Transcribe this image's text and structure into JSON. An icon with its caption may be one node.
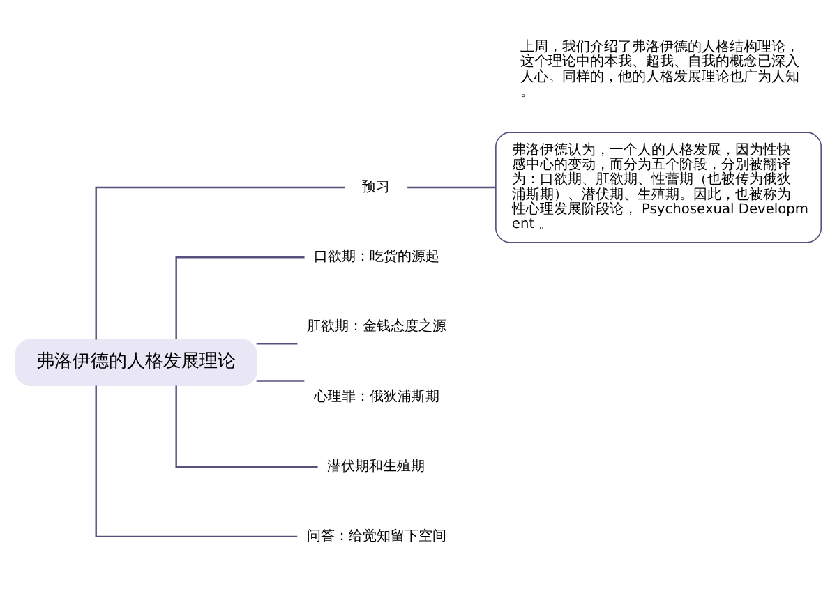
{
  "diagram": {
    "nodes": [
      {
        "text": [
          "弗洛伊德的人格发展理论"
        ]
      },
      {
        "text": [
          "预习"
        ]
      },
      {
        "text": [
          "弗洛伊德认为，一个人的人格发展，因为性快感中心的变动，而分为五个阶段，分别被翻译为：口欲期、肛欲期、性蕾期（也被传为俄狄浦斯期）、潜伏期、生殖期。因此，也被称为性心理发展阶段论， Psychosexual Development 。"
        ]
      },
      {
        "text": [
          "口欲期：吃货的源起"
        ]
      },
      {
        "text": [
          "肛欲期：金钱态度之源"
        ]
      },
      {
        "text": [
          "心理罪：俄狄浦斯期"
        ]
      },
      {
        "text": [
          "潜伏期和生殖期"
        ]
      },
      {
        "text": [
          "问答：给觉知留下空间"
        ]
      }
    ],
    "edges": [
      {
        "from": 0,
        "to": 1,
        "arrow": "none"
      },
      {
        "from": 1,
        "to": 2,
        "arrow": "none"
      },
      {
        "from": 0,
        "to": 3,
        "arrow": "none"
      },
      {
        "from": 0,
        "to": 4,
        "arrow": "none"
      },
      {
        "from": 0,
        "to": 5,
        "arrow": "none"
      },
      {
        "from": 0,
        "to": 6,
        "arrow": "none"
      },
      {
        "from": 0,
        "to": 7,
        "arrow": "none"
      }
    ],
    "labels": [
      "上周，我们介绍了弗洛伊德的人格结构理论，这个理论中的本我、超我、自我的概念已深入人心。同样的，他的人格发展理论也广为人知。"
    ]
  }
}
